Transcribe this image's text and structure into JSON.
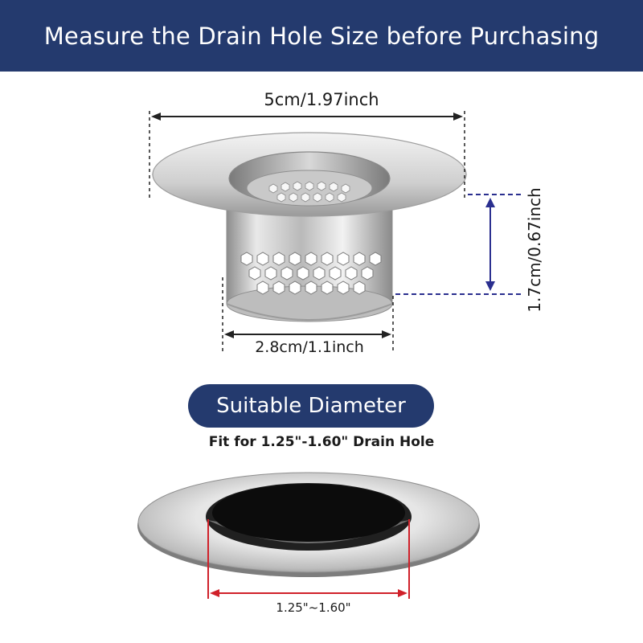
{
  "header": {
    "title": "Measure the Drain Hole Size before Purchasing"
  },
  "dimensions": {
    "top_diameter": "5cm/1.97inch",
    "basket_height": "1.7cm/0.67inch",
    "basket_diameter": "2.8cm/1.1inch"
  },
  "section": {
    "label": "Suitable Diameter",
    "fit_text": "Fit for 1.25\"-1.60\" Drain Hole"
  },
  "drain": {
    "range": "1.25\"~1.60\""
  },
  "colors": {
    "brand_navy": "#243a6e",
    "measure_navy": "#2a2f8f",
    "measure_red": "#d0212a"
  }
}
